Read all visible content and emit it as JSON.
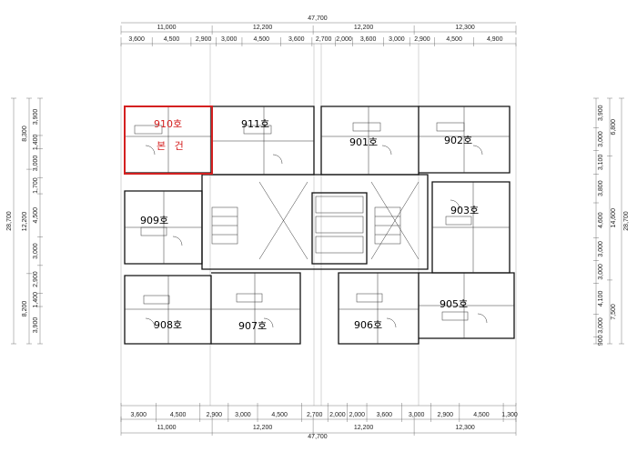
{
  "dimensions": {
    "top_total": "47,700",
    "top_major": [
      "11,000",
      "12,200",
      "12,200",
      "12,300"
    ],
    "top_minor": [
      "3,600",
      "4,500",
      "2,900",
      "3,000",
      "4,500",
      "3,600",
      "2,700",
      "2,000",
      "3,600",
      "3,000",
      "2,900",
      "4,500",
      "4,900"
    ],
    "bottom_total": "47,700",
    "bottom_major": [
      "11,000",
      "12,200",
      "12,200",
      "12,300"
    ],
    "bottom_minor": [
      "3,600",
      "4,500",
      "2,900",
      "3,000",
      "4,500",
      "2,700",
      "2,000",
      "2,000",
      "3,600",
      "3,000",
      "2,900",
      "4,500",
      "1,300"
    ],
    "left_total": "28,700",
    "left_major": [
      "8,300",
      "12,200",
      "8,200"
    ],
    "left_minor": [
      "3,900",
      "1,400",
      "3,000",
      "1,700",
      "4,500",
      "3,000",
      "2,900",
      "1,400",
      "3,900"
    ],
    "right_total": "28,700",
    "right_major": [
      "6,800",
      "14,600",
      "7,500"
    ],
    "right_minor": [
      "3,900",
      "3,000",
      "3,100",
      "3,800",
      "4,600",
      "3,000",
      "3,000",
      "4,100",
      "3,000",
      "900"
    ]
  },
  "units": {
    "u910": "910호",
    "u910_note": "본 건",
    "u911": "911호",
    "u901": "901호",
    "u902": "902호",
    "u903": "903호",
    "u905": "905호",
    "u906": "906호",
    "u907": "907호",
    "u908": "908호",
    "u909": "909호"
  },
  "colors": {
    "highlight": "#d42020",
    "line": "#111111"
  }
}
